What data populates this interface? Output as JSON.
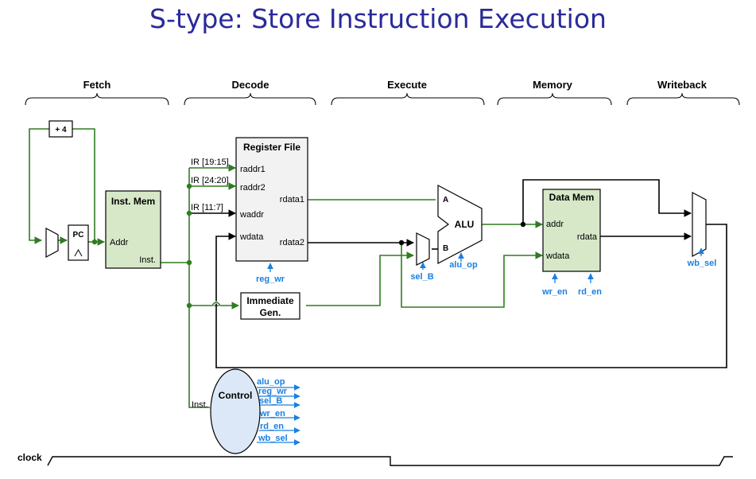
{
  "title": "S-type: Store Instruction Execution",
  "stages": [
    "Fetch",
    "Decode",
    "Execute",
    "Memory",
    "Writeback"
  ],
  "fetch": {
    "adder": "+ 4",
    "pc": "PC",
    "inst_mem_title": "Inst. Mem",
    "addr": "Addr",
    "inst": "Inst."
  },
  "regfile": {
    "title": "Register File",
    "raddr1": "raddr1",
    "raddr2": "raddr2",
    "waddr": "waddr",
    "wdata": "wdata",
    "rdata1": "rdata1",
    "rdata2": "rdata2",
    "ir1": "IR [19:15]",
    "ir2": "IR [24:20]",
    "ir3": "IR [11:7]"
  },
  "immgen": {
    "line1": "Immediate",
    "line2": "Gen."
  },
  "alu": {
    "label": "ALU",
    "a": "A",
    "b": "B"
  },
  "datamem": {
    "title": "Data Mem",
    "addr": "addr",
    "wdata": "wdata",
    "rdata": "rdata"
  },
  "control": {
    "title": "Control",
    "inst": "Inst.",
    "outputs": [
      "alu_op",
      "reg_wr",
      "sel_B",
      "wr_en",
      "rd_en",
      "wb_sel"
    ]
  },
  "signals": {
    "reg_wr": "reg_wr",
    "sel_B": "sel_B",
    "alu_op": "alu_op",
    "wr_en": "wr_en",
    "rd_en": "rd_en",
    "wb_sel": "wb_sel"
  },
  "clock": "clock",
  "colors": {
    "datapath": "#2e7d1f",
    "control": "#1a7fe0",
    "title": "#2a2a9a",
    "inst_mem_fill": "#d6e8c8",
    "control_fill": "#dce8f8"
  }
}
